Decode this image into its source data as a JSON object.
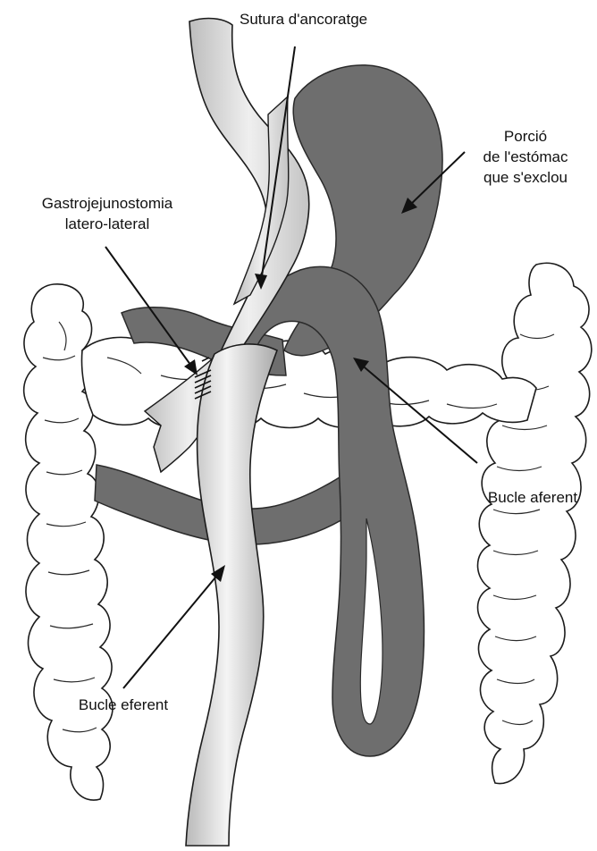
{
  "labels": {
    "anchor_suture": "Sutura d'ancoratge",
    "excluded_stomach_line1": "Porció",
    "excluded_stomach_line2": "de l'estómac",
    "excluded_stomach_line3": "que s'exclou",
    "gastrojejunostomy_line1": "Gastrojejunostomia",
    "gastrojejunostomy_line2": "latero-lateral",
    "afferent_loop": "Bucle aferent",
    "efferent_loop": "Bucle eferent"
  },
  "colors": {
    "organ_fill": "#6e6e6e",
    "outline": "#1c1c1c",
    "text": "#111111",
    "background": "#ffffff"
  }
}
